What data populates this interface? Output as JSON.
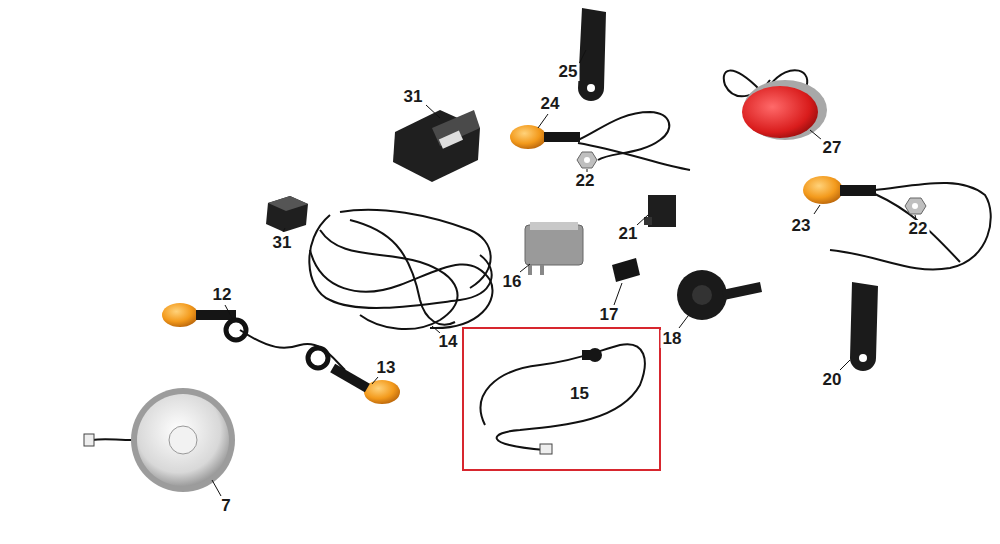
{
  "diagram": {
    "nodes": [
      {
        "text": [
          "15"
        ]
      }
    ],
    "labels": [
      "25",
      "31",
      "24",
      "27",
      "22",
      "23",
      "22",
      "31",
      "21",
      "16",
      "12",
      "17",
      "18",
      "14",
      "13",
      "20",
      "7"
    ]
  }
}
